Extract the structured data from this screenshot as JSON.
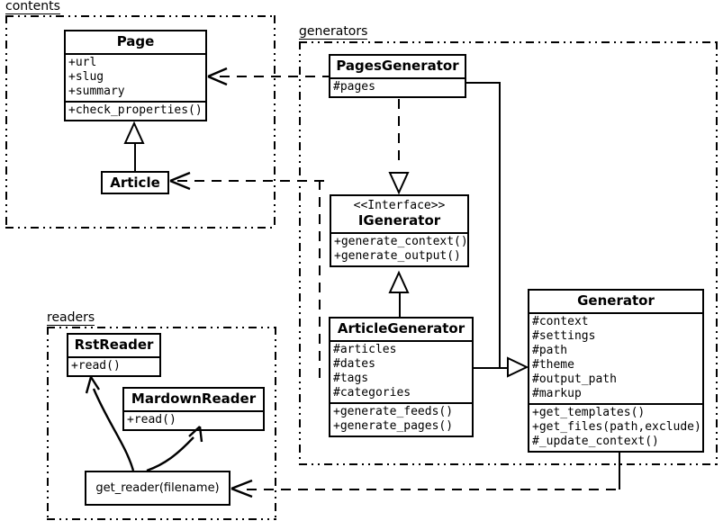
{
  "diagram": {
    "title": "UML class diagram",
    "background_color": "#ffffff",
    "line_color": "#000000"
  },
  "packages": [
    {
      "id": "contents",
      "label": "contents"
    },
    {
      "id": "generators",
      "label": "generators"
    },
    {
      "id": "readers",
      "label": "readers"
    }
  ],
  "classes": {
    "page": {
      "name": "Page",
      "attributes": [
        "+url",
        "+slug",
        "+summary"
      ],
      "methods": [
        "+check_properties()"
      ]
    },
    "article": {
      "name": "Article",
      "attributes": [],
      "methods": []
    },
    "pages_generator": {
      "name": "PagesGenerator",
      "attributes": [
        "#pages"
      ],
      "methods": []
    },
    "igenerator": {
      "stereotype": "<<Interface>>",
      "name": "IGenerator",
      "attributes": [],
      "methods": [
        "+generate_context()",
        "+generate_output()"
      ]
    },
    "article_generator": {
      "name": "ArticleGenerator",
      "attributes": [
        "#articles",
        "#dates",
        "#tags",
        "#categories"
      ],
      "methods": [
        "+generate_feeds()",
        "+generate_pages()"
      ]
    },
    "generator": {
      "name": "Generator",
      "attributes": [
        "#context",
        "#settings",
        "#path",
        "#theme",
        "#output_path",
        "#markup"
      ],
      "methods": [
        "+get_templates()",
        "+get_files(path,exclude)",
        "#_update_context()"
      ]
    },
    "rst_reader": {
      "name": "RstReader",
      "attributes": [],
      "methods": [
        "+read()"
      ]
    },
    "mardown_reader": {
      "name": "MardownReader",
      "attributes": [],
      "methods": [
        "+read()"
      ]
    },
    "get_reader": {
      "name": "get_reader(filename)"
    }
  },
  "relations": [
    {
      "from": "article",
      "to": "page",
      "type": "generalization"
    },
    {
      "from": "pages_generator",
      "to": "igenerator",
      "type": "realization"
    },
    {
      "from": "article_generator",
      "to": "igenerator",
      "type": "generalization"
    },
    {
      "from": "pages_generator",
      "to": "generator",
      "type": "generalization"
    },
    {
      "from": "article_generator",
      "to": "generator",
      "type": "generalization"
    },
    {
      "from": "pages_generator",
      "to": "page",
      "type": "dependency"
    },
    {
      "from": "article_generator",
      "to": "article",
      "type": "dependency"
    },
    {
      "from": "generator",
      "to": "get_reader",
      "type": "dependency"
    },
    {
      "from": "get_reader",
      "to": "rst_reader",
      "type": "creates"
    },
    {
      "from": "get_reader",
      "to": "mardown_reader",
      "type": "creates"
    }
  ]
}
